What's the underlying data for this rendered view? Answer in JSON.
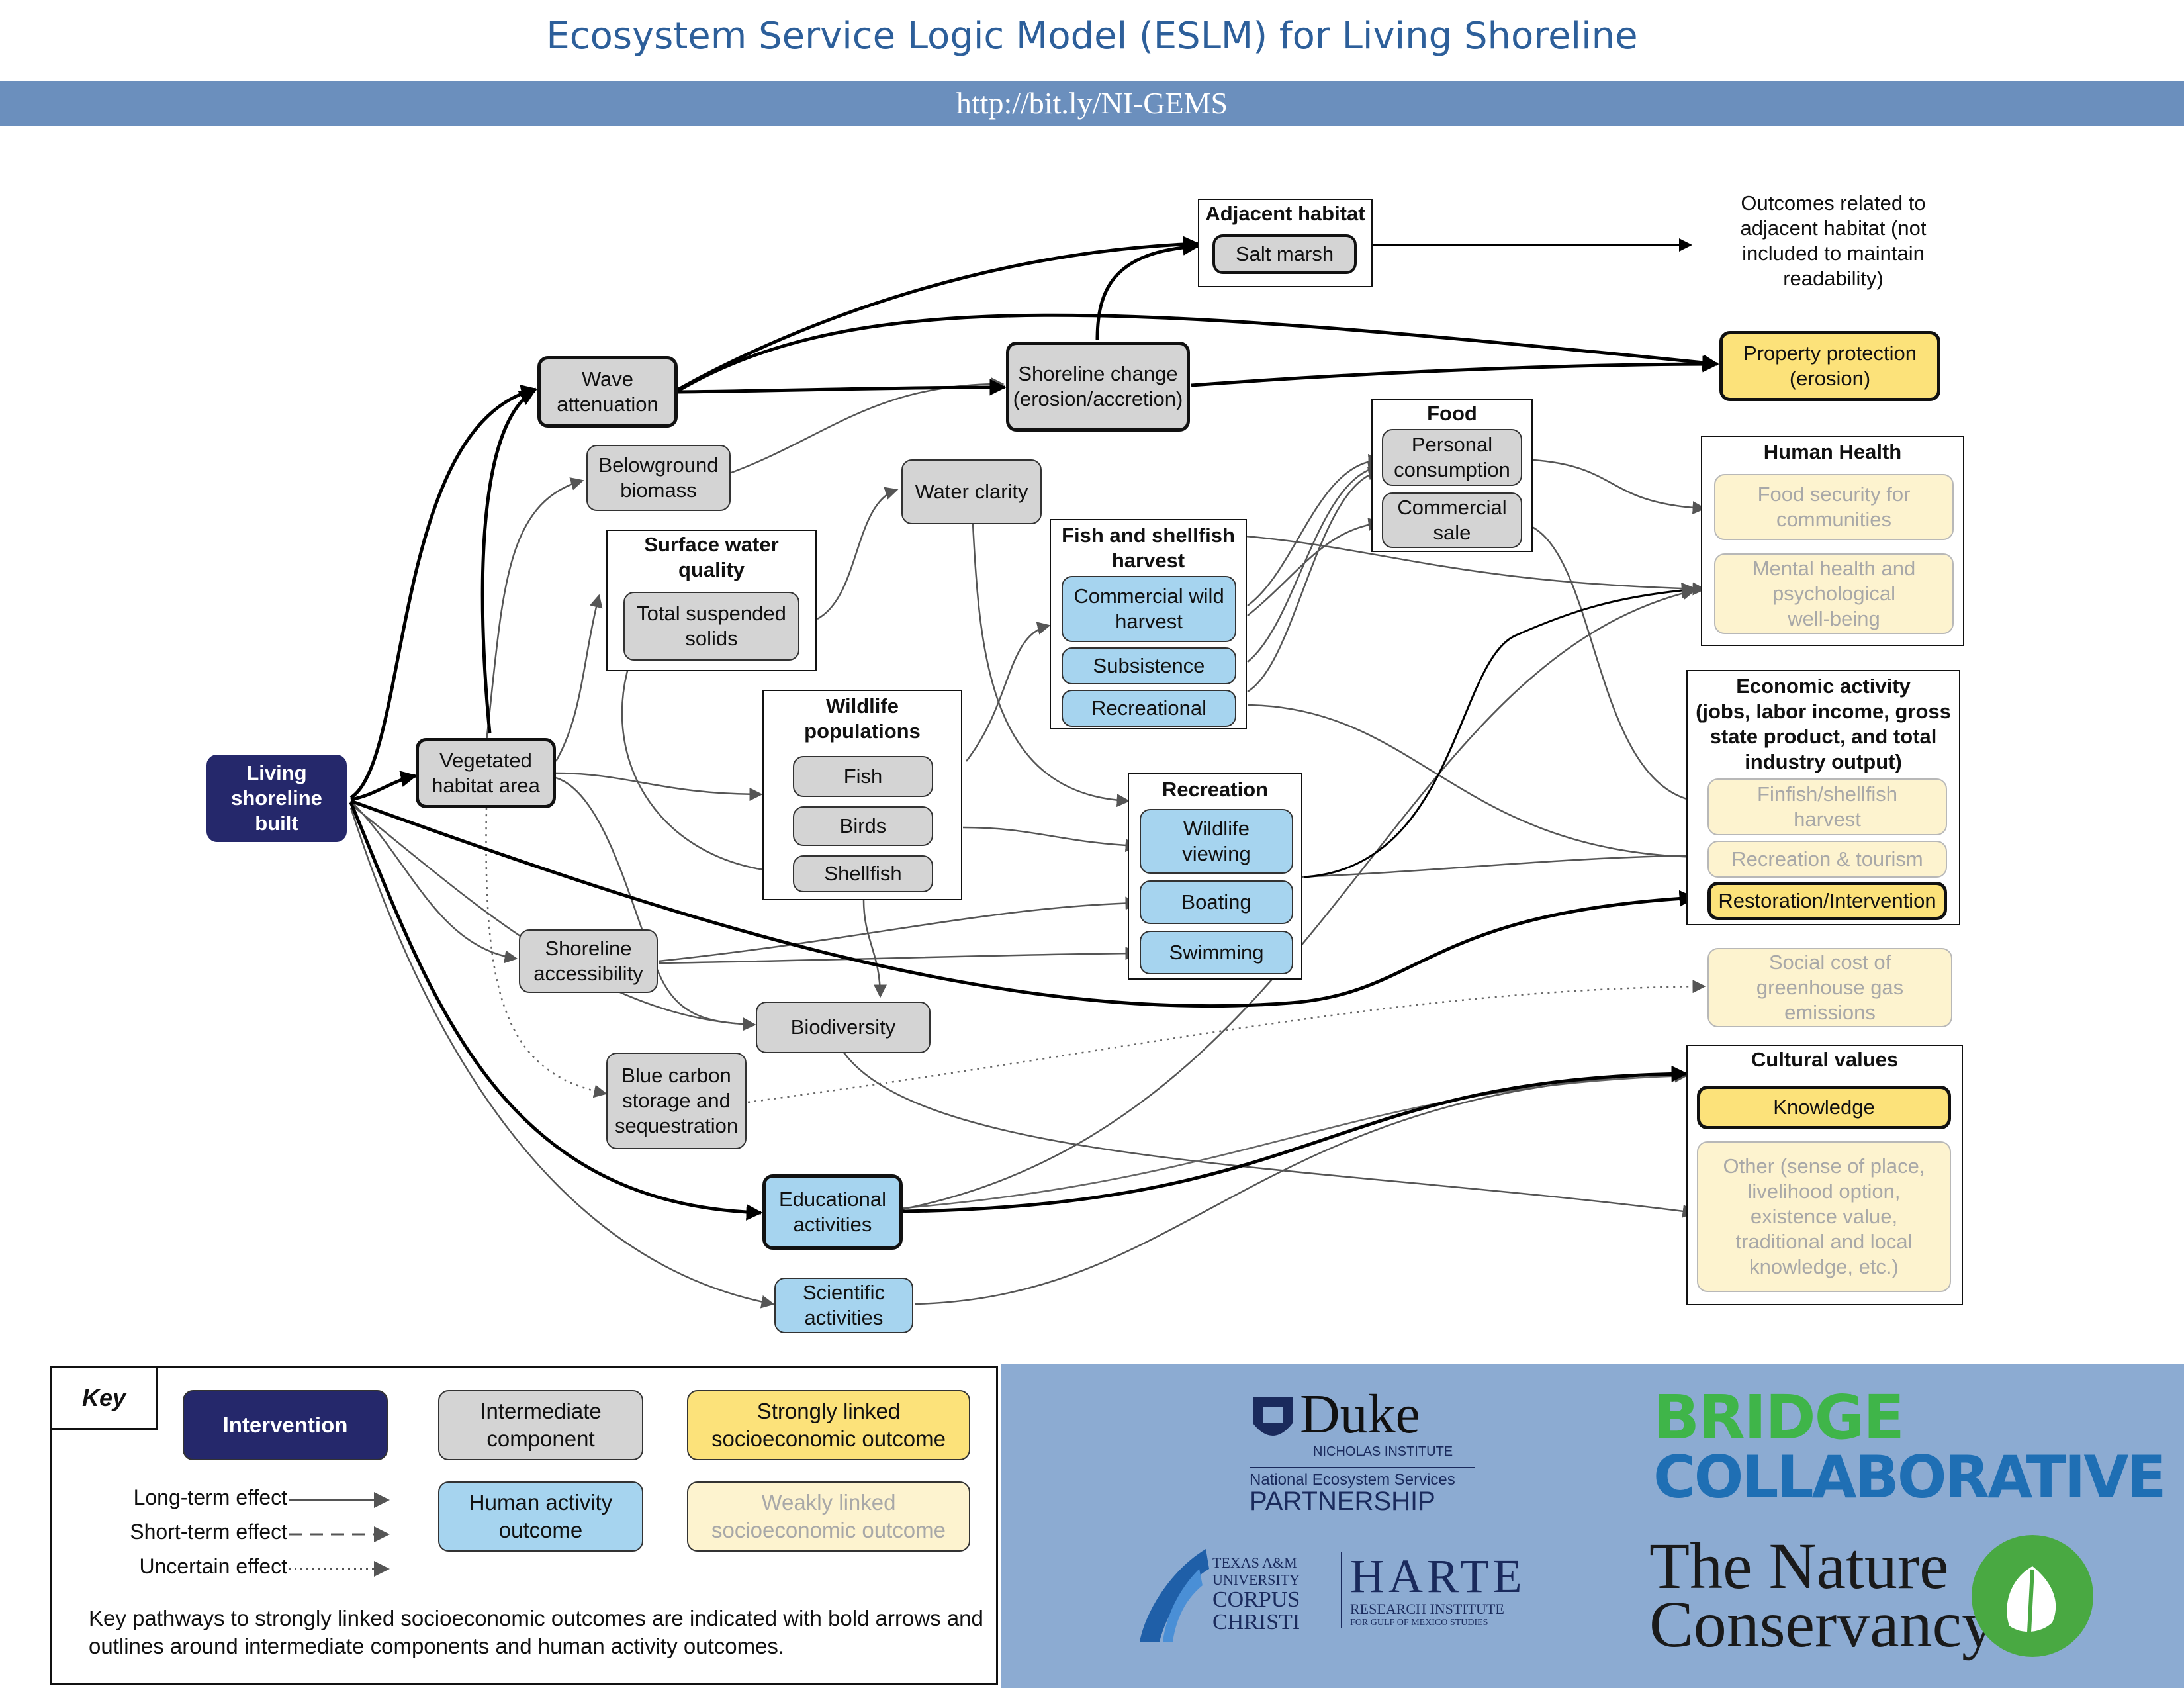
{
  "header": {
    "title": "Ecosystem Service Logic Model (ESLM) for Living Shoreline",
    "url": "http://bit.ly/NI-GEMS"
  },
  "nodes": {
    "intervention": "Living\nshoreline\nbuilt",
    "vegetated_habitat": "Vegetated\nhabitat area",
    "wave_attenuation": "Wave\nattenuation",
    "belowground_biomass": "Belowground\nbiomass",
    "shoreline_change": "Shoreline change\n(erosion/accretion)",
    "water_clarity": "Water clarity",
    "total_suspended_solids": "Total suspended\nsolids",
    "shoreline_accessibility": "Shoreline\naccessibility",
    "biodiversity": "Biodiversity",
    "blue_carbon": "Blue carbon\nstorage and\nsequestration",
    "educational_activities": "Educational\nactivities",
    "scientific_activities": "Scientific\nactivities",
    "property_protection": "Property protection\n(erosion)",
    "social_cost_ghg": "Social cost of\ngreenhouse gas\nemissions"
  },
  "groups": {
    "adjacent_habitat": {
      "title": "Adjacent habitat",
      "items": [
        "Salt marsh"
      ]
    },
    "surface_water_quality": {
      "title": "Surface water\nquality"
    },
    "wildlife_populations": {
      "title": "Wildlife\npopulations",
      "items": [
        "Fish",
        "Birds",
        "Shellfish"
      ]
    },
    "fish_shellfish_harvest": {
      "title": "Fish and shellfish\nharvest",
      "items": [
        "Commercial wild\nharvest",
        "Subsistence",
        "Recreational"
      ]
    },
    "food": {
      "title": "Food",
      "items": [
        "Personal\nconsumption",
        "Commercial\nsale"
      ]
    },
    "recreation": {
      "title": "Recreation",
      "items": [
        "Wildlife\nviewing",
        "Boating",
        "Swimming"
      ]
    },
    "human_health": {
      "title": "Human Health",
      "items": [
        "Food security for\ncommunities",
        "Mental health and\npsychological\nwell-being"
      ]
    },
    "economic_activity": {
      "title": "Economic activity\n(jobs, labor income, gross\nstate product, and total\nindustry output)",
      "items": [
        "Finfish/shellfish\nharvest",
        "Recreation & tourism",
        "Restoration/Intervention"
      ]
    },
    "cultural_values": {
      "title": "Cultural values",
      "items": [
        "Knowledge",
        "Other (sense of place,\nlivelihood option,\nexistence value,\ntraditional and local\nknowledge, etc.)"
      ]
    }
  },
  "outcomes_note": "Outcomes related to\nadjacent habitat (not\nincluded to maintain\nreadability)",
  "key": {
    "title": "Key",
    "intervention": "Intervention",
    "intermediate": "Intermediate\ncomponent",
    "strong": "Strongly linked\nsocioeconomic outcome",
    "human_activity": "Human activity\noutcome",
    "weak": "Weakly linked\nsocioeconomic outcome",
    "long_term": "Long-term effect",
    "short_term": "Short-term effect",
    "uncertain": "Uncertain effect",
    "note": "Key pathways to strongly linked socioeconomic outcomes are indicated with bold arrows and outlines around intermediate components and human activity outcomes."
  },
  "logos": {
    "duke_name": "Duke",
    "duke_sub": "NICHOLAS INSTITUTE",
    "neps_line1": "National Ecosystem Services",
    "neps_line2": "PARTNERSHIP",
    "bridge_line1": "BRIDGE",
    "bridge_line2": "COLLABORATIVE",
    "tamu_line1": "TEXAS A&M",
    "tamu_line2": "UNIVERSITY",
    "tamu_line3": "CORPUS",
    "tamu_line4": "CHRISTI",
    "harte_line1": "HARTE",
    "harte_line2": "RESEARCH INSTITUTE",
    "harte_line3": "FOR GULF OF MEXICO STUDIES",
    "tnc_line1": "The Nature",
    "tnc_line2": "Conservancy"
  },
  "colors": {
    "intervention": "#25286b",
    "intermediate": "#d4d4d4",
    "human_activity": "#a6d4ef",
    "strong": "#fce27a",
    "weak": "#fdf3cf",
    "header_bar": "#6b8fbd",
    "logo_panel": "#8cabd2"
  }
}
